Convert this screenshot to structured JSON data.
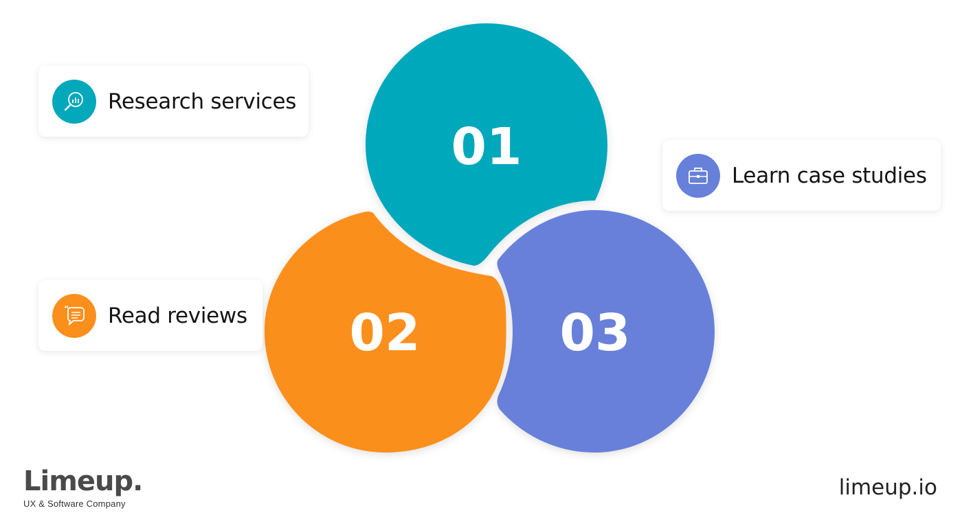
{
  "diagram": {
    "steps": [
      {
        "number": "01",
        "color": "#04a8bb"
      },
      {
        "number": "02",
        "color": "#fb8f1c"
      },
      {
        "number": "03",
        "color": "#6780d9"
      }
    ],
    "cards": [
      {
        "label": "Research services",
        "icon": "research-magnifier-icon",
        "color": "#04a8bb"
      },
      {
        "label": "Learn case studies",
        "icon": "briefcase-icon",
        "color": "#6780d9"
      },
      {
        "label": "Read reviews",
        "icon": "chat-quote-icon",
        "color": "#fb8f1c"
      }
    ]
  },
  "brand": {
    "name": "Limeup",
    "dot": ".",
    "tagline": "UX & Software Company"
  },
  "footer": {
    "site": "limeup.io"
  }
}
